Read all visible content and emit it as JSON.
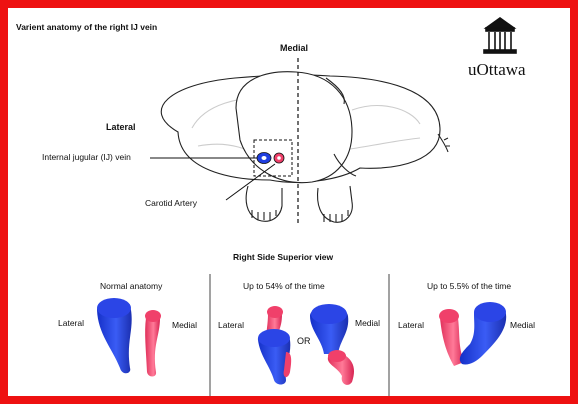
{
  "title": "Varient anatomy of the right IJ vein",
  "logo": {
    "wordmark": "uOttawa",
    "icon": "university-building-logo"
  },
  "top_diagram": {
    "medial_label": "Medial",
    "lateral_label": "Lateral",
    "ij_label": "Internal jugular (IJ) vein",
    "carotid_label": "Carotid Artery"
  },
  "subtitle": "Right Side Superior view",
  "panels": [
    {
      "title": "Normal anatomy",
      "lateral": "Lateral",
      "medial": "Medial"
    },
    {
      "title": "Up to 54% of the time",
      "lateral": "Lateral",
      "or": "OR",
      "medial": "Medial"
    },
    {
      "title": "Up to 5.5% of the time",
      "lateral": "Lateral",
      "medial": "Medial"
    }
  ],
  "colors": {
    "border": "#ee1111",
    "vein": "#1f3ee0",
    "artery": "#f0406a"
  }
}
